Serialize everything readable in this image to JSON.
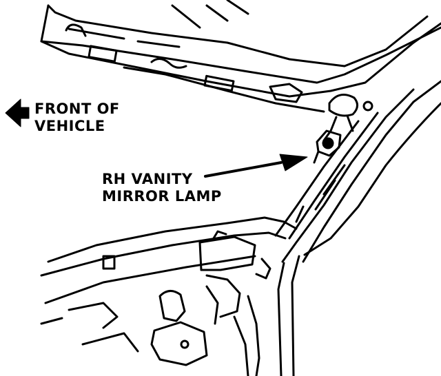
{
  "labels": {
    "front_line1": "FRONT OF",
    "front_line2": "VEHICLE",
    "lamp_line1": "RH VANITY",
    "lamp_line2": "MIRROR LAMP"
  },
  "colors": {
    "ink": "#000000",
    "background": "#ffffff"
  }
}
